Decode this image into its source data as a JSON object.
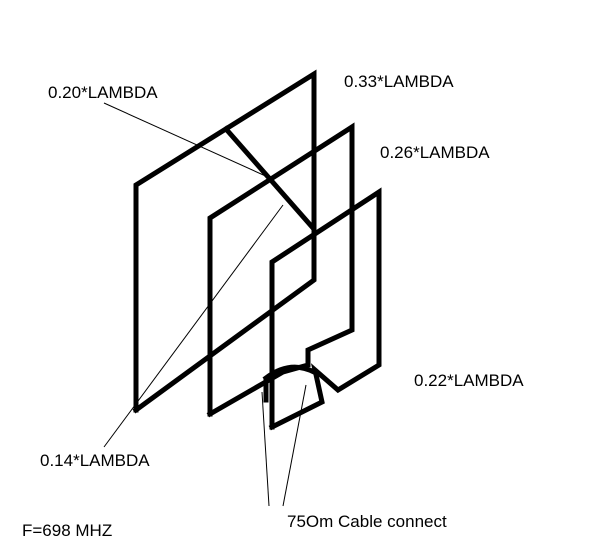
{
  "labels": {
    "l020": "0.20*LAMBDA",
    "l033": "0.33*LAMBDA",
    "l026": "0.26*LAMBDA",
    "l022": "0.22*LAMBDA",
    "l014": "0.14*LAMBDA",
    "cable": "75Om Cable connect",
    "freq": "F=698 MHZ"
  },
  "colors": {
    "line": "#000000",
    "background": "#ffffff"
  }
}
